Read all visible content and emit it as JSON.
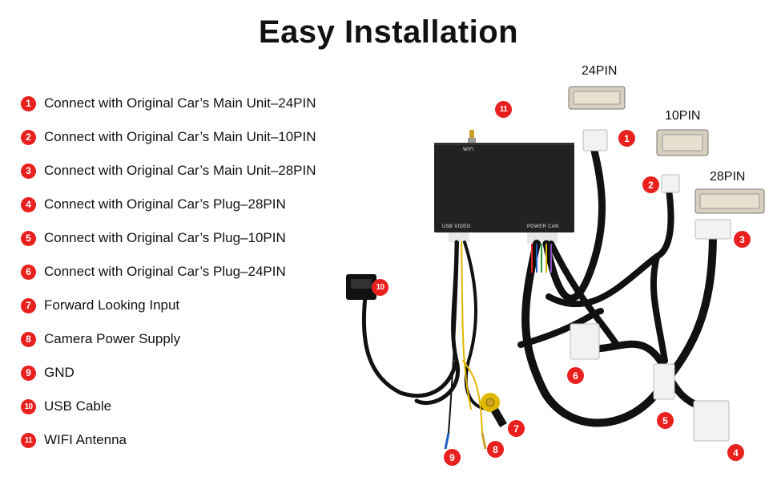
{
  "title": "Easy Installation",
  "legend": [
    {
      "num": "1",
      "text": "Connect with Original Car’s Main Unit–24PIN"
    },
    {
      "num": "2",
      "text": "Connect with Original Car’s Main Unit–10PIN"
    },
    {
      "num": "3",
      "text": "Connect with Original Car’s Main Unit–28PIN"
    },
    {
      "num": "4",
      "text": "Connect with Original Car’s Plug–28PIN"
    },
    {
      "num": "5",
      "text": "Connect with Original Car’s Plug–10PIN"
    },
    {
      "num": "6",
      "text": "Connect with Original Car’s Plug–24PIN"
    },
    {
      "num": "7",
      "text": "Forward Looking Input"
    },
    {
      "num": "8",
      "text": "Camera Power Supply"
    },
    {
      "num": "9",
      "text": "GND"
    },
    {
      "num": "10",
      "text": "USB Cable"
    },
    {
      "num": "11",
      "text": "WIFI Antenna"
    }
  ],
  "pin_labels": {
    "p24": "24PIN",
    "p10": "10PIN",
    "p28": "28PIN"
  },
  "box_labels": {
    "wifi": "WIFI",
    "usb": "USB VIDEO",
    "power": "POWER CAN"
  },
  "colors": {
    "accent": "#e8201e",
    "box": "#222222",
    "cable": "#111111",
    "plug": "#f2f2f2"
  }
}
